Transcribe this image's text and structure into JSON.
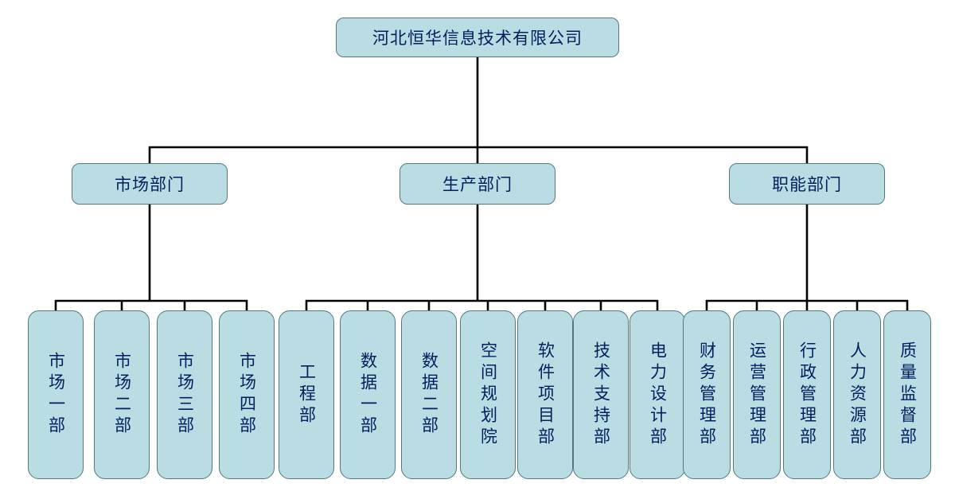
{
  "colors": {
    "node_fill": "#b9dde2",
    "node_border": "#55787e",
    "node_text": "#002060",
    "line": "#000000",
    "background": "#ffffff"
  },
  "org": {
    "root": "河北恒华信息技术有限公司",
    "departments": [
      {
        "label": "市场部门",
        "children": [
          "市场一部",
          "市场二部",
          "市场三部",
          "市场四部"
        ]
      },
      {
        "label": "生产部门",
        "children": [
          "工程部",
          "数据一部",
          "数据二部",
          "空间规划院",
          "软件项目部",
          "技术支持部",
          "电力设计部"
        ]
      },
      {
        "label": "职能部门",
        "children": [
          "财务管理部",
          "运营管理部",
          "行政管理部",
          "人力资源部",
          "质量监督部"
        ]
      }
    ]
  }
}
